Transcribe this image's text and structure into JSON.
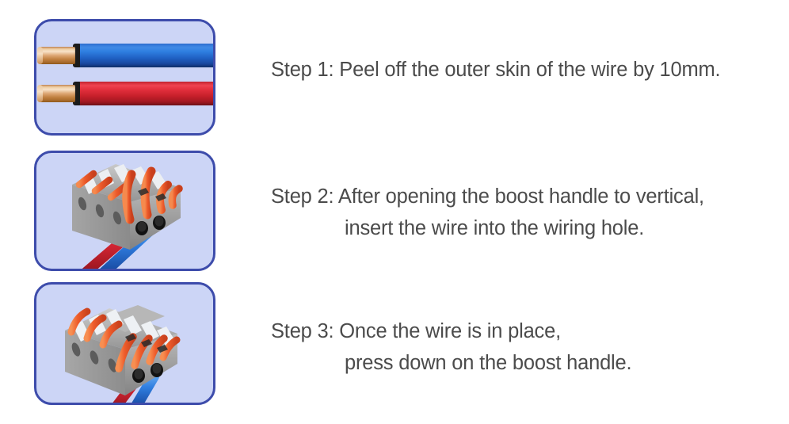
{
  "page": {
    "background_color": "#ffffff",
    "text_color": "#4b4b4b"
  },
  "theme": {
    "panel_fill": "#ccd5f6",
    "panel_border": "#3d4cab",
    "wire_blue": "#2f7ee0",
    "wire_red": "#d32634",
    "copper": "#d99f6e",
    "connector_body": "#a9a9a9",
    "lever_orange": "#ec5a2a"
  },
  "steps": [
    {
      "id": "step-1",
      "illustration": "stripped-wires",
      "illustration_label": "blue and red wires with 10mm of insulation stripped exposing copper",
      "lines": [
        {
          "text": "Step 1: Peel off the outer skin of the wire by 10mm.",
          "indented": false
        }
      ]
    },
    {
      "id": "step-2",
      "illustration": "connector-levers-open",
      "illustration_label": "grey lever connector with orange boost handles raised vertical, red and blue wires inserted",
      "lines": [
        {
          "text": "Step 2: After opening the boost handle to vertical,",
          "indented": false
        },
        {
          "text": "insert the wire into the wiring hole.",
          "indented": true
        }
      ]
    },
    {
      "id": "step-3",
      "illustration": "connector-levers-closed",
      "illustration_label": "grey lever connector with orange boost handles pressed down, red and blue wires clamped",
      "lines": [
        {
          "text": "Step 3: Once the wire is in place,",
          "indented": false
        },
        {
          "text": "press down on the boost handle.",
          "indented": true
        }
      ]
    }
  ]
}
